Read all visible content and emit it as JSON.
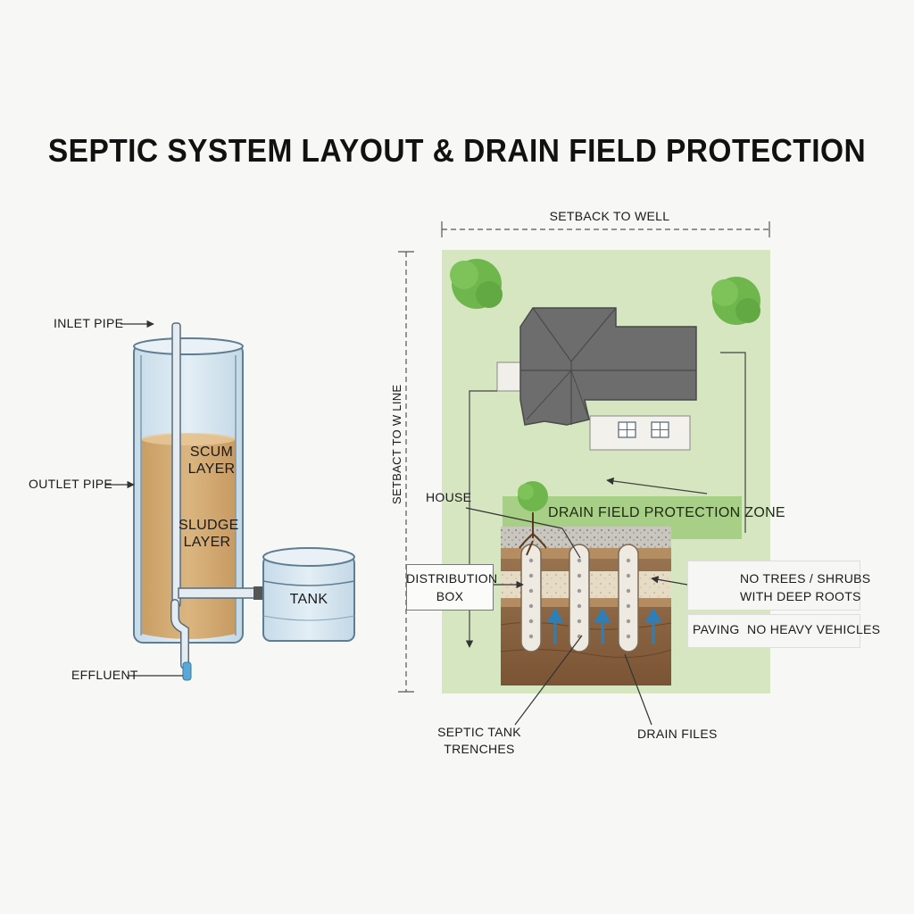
{
  "title": "SEPTIC SYSTEM LAYOUT & DRAIN FIELD PROTECTION",
  "tank_diagram": {
    "inlet_pipe": "INLET PIPE",
    "outlet_pipe": "OUTLET PIPE",
    "scum_layer_line1": "SCUM",
    "scum_layer_line2": "LAYER",
    "sludge_layer_line1": "SLUDGE",
    "sludge_layer_line2": "LAYER",
    "tank": "TANK",
    "effluent": "EFFLUENT"
  },
  "site_plan": {
    "setback_to_well": "SETBACK TO WELL",
    "setback_to_line": "SETBACT TO W LINE",
    "house": "HOUSE",
    "drain_field_protection_zone": "DRAIN FIELD PROTECTION ZONE",
    "distribution_box_line1": "DISTRIBUTION",
    "distribution_box_line2": "BOX",
    "no_trees_line1": "NO TREES / SHRUBS",
    "no_trees_line2": "WITH DEEP ROOTS",
    "paving_no_heavy_vehicles": "PAVING  NO HEAVY VEHICLES",
    "septic_tank_trenches_line1": "SEPTIC TANK",
    "septic_tank_trenches_line2": "TRENCHES",
    "drain_files": "DRAIN FILES"
  },
  "colors": {
    "background": "#f7f7f5",
    "lawn": "#d5e6c0",
    "tree": "#6fb74d",
    "roof": "#6d6d6d",
    "soil": "#8a6442",
    "tank_fill": "#d4aa72",
    "water": "#cfe3ef",
    "arrow": "#2e7fb6"
  },
  "icons": [
    "no-vehicle-icon",
    "tree-icon",
    "window-icon",
    "up-arrow-icon"
  ]
}
